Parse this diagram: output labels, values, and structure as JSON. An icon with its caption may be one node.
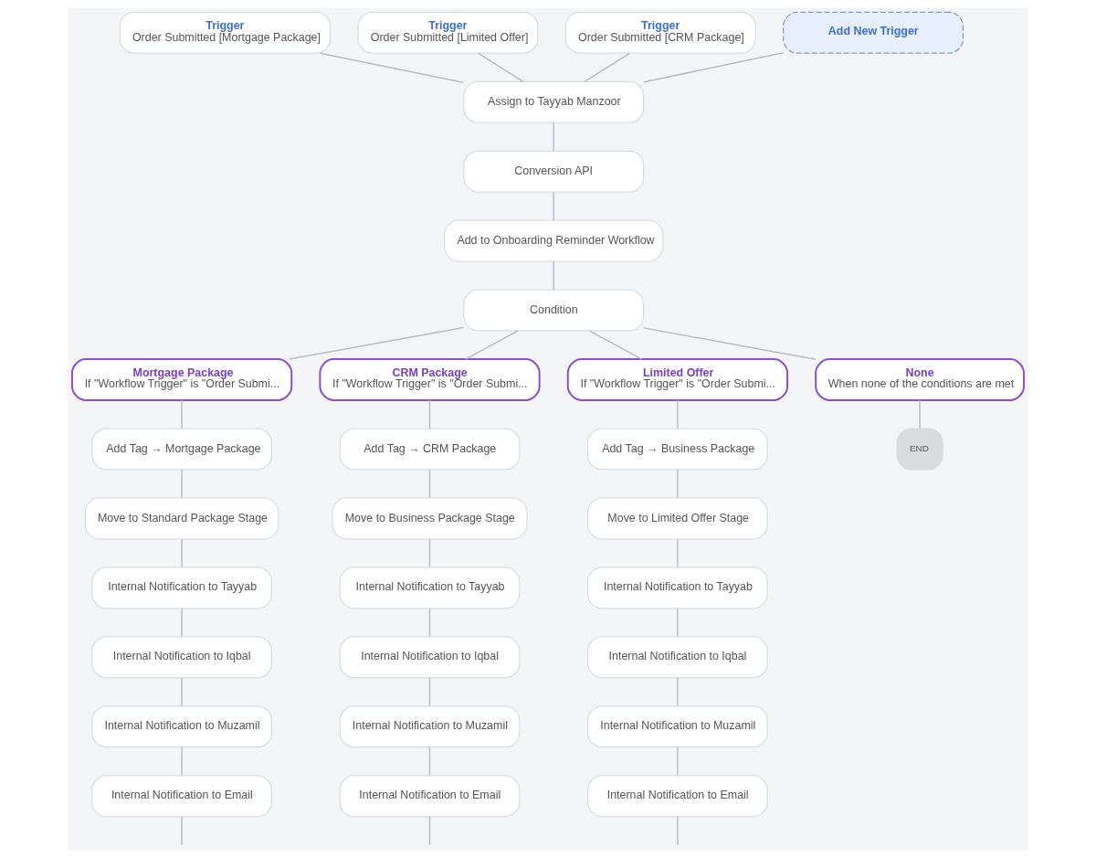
{
  "diagram": {
    "nodes": [
      {
        "text": [
          "Trigger",
          "Order Submitted [Mortgage Package]"
        ]
      },
      {
        "text": [
          "Trigger",
          "Order Submitted [Limited Offer]"
        ]
      },
      {
        "text": [
          "Trigger",
          "Order Submitted [CRM Package]"
        ]
      },
      {
        "text": [
          "Add New Trigger"
        ]
      },
      {
        "text": [
          "Assign to Tayyab Manzoor"
        ]
      },
      {
        "text": [
          "Conversion API"
        ]
      },
      {
        "text": [
          "Add to Onboarding Reminder Workflow"
        ]
      },
      {
        "text": [
          "Condition"
        ]
      },
      {
        "text": [
          "Mortgage Package",
          "If \"Workflow Trigger\" is \"Order Submi..."
        ]
      },
      {
        "text": [
          "CRM Package",
          "If \"Workflow Trigger\" is \"Order Submi..."
        ]
      },
      {
        "text": [
          "Limited Offer",
          "If \"Workflow Trigger\" is \"Order Submi..."
        ]
      },
      {
        "text": [
          "None",
          "When none of the conditions are met"
        ]
      },
      {
        "text": [
          "END"
        ]
      },
      {
        "text": [
          "Add Tag → Mortgage Package"
        ]
      },
      {
        "text": [
          "Add Tag → CRM Package"
        ]
      },
      {
        "text": [
          "Add Tag → Business Package"
        ]
      },
      {
        "text": [
          "Move to Standard Package Stage"
        ]
      },
      {
        "text": [
          "Move to Business Package Stage"
        ]
      },
      {
        "text": [
          "Move to Limited Offer Stage"
        ]
      },
      {
        "text": [
          "Internal Notification to Tayyab"
        ]
      },
      {
        "text": [
          "Internal Notification to Tayyab"
        ]
      },
      {
        "text": [
          "Internal Notification to Tayyab"
        ]
      },
      {
        "text": [
          "Internal Notification to Iqbal"
        ]
      },
      {
        "text": [
          "Internal Notification to Iqbal"
        ]
      },
      {
        "text": [
          "Internal Notification to Iqbal"
        ]
      },
      {
        "text": [
          "Internal Notification to Muzamil"
        ]
      },
      {
        "text": [
          "Internal Notification to Muzamil"
        ]
      },
      {
        "text": [
          "Internal Notification to Muzamil"
        ]
      },
      {
        "text": [
          "Internal Notification to Email"
        ]
      },
      {
        "text": [
          "Internal Notification to Email"
        ]
      },
      {
        "text": [
          "Internal Notification to Email"
        ]
      }
    ],
    "edges": [
      {
        "from": 0,
        "to": 4,
        "arrow": "none"
      },
      {
        "from": 1,
        "to": 4,
        "arrow": "none"
      },
      {
        "from": 2,
        "to": 4,
        "arrow": "none"
      },
      {
        "from": 3,
        "to": 4,
        "arrow": "none"
      },
      {
        "from": 4,
        "to": 5,
        "arrow": "none"
      },
      {
        "from": 5,
        "to": 6,
        "arrow": "none"
      },
      {
        "from": 6,
        "to": 7,
        "arrow": "none"
      },
      {
        "from": 7,
        "to": 8,
        "arrow": "none"
      },
      {
        "from": 7,
        "to": 9,
        "arrow": "none"
      },
      {
        "from": 7,
        "to": 10,
        "arrow": "none"
      },
      {
        "from": 7,
        "to": 11,
        "arrow": "none"
      },
      {
        "from": 8,
        "to": 13,
        "arrow": "none"
      },
      {
        "from": 9,
        "to": 14,
        "arrow": "none"
      },
      {
        "from": 10,
        "to": 15,
        "arrow": "none"
      },
      {
        "from": 11,
        "to": 12,
        "arrow": "none"
      },
      {
        "from": 13,
        "to": 16,
        "arrow": "none"
      },
      {
        "from": 14,
        "to": 17,
        "arrow": "none"
      },
      {
        "from": 15,
        "to": 18,
        "arrow": "none"
      },
      {
        "from": 16,
        "to": 19,
        "arrow": "none"
      },
      {
        "from": 17,
        "to": 20,
        "arrow": "none"
      },
      {
        "from": 18,
        "to": 21,
        "arrow": "none"
      },
      {
        "from": 19,
        "to": 22,
        "arrow": "none"
      },
      {
        "from": 20,
        "to": 23,
        "arrow": "none"
      },
      {
        "from": 21,
        "to": 24,
        "arrow": "none"
      },
      {
        "from": 22,
        "to": 25,
        "arrow": "none"
      },
      {
        "from": 23,
        "to": 26,
        "arrow": "none"
      },
      {
        "from": 24,
        "to": 27,
        "arrow": "none"
      },
      {
        "from": 25,
        "to": 28,
        "arrow": "none"
      },
      {
        "from": 26,
        "to": 29,
        "arrow": "none"
      },
      {
        "from": 27,
        "to": 30,
        "arrow": "none"
      },
      {
        "from": 28,
        "to": null,
        "arrow": "none"
      },
      {
        "from": 29,
        "to": null,
        "arrow": "none"
      },
      {
        "from": 30,
        "to": null,
        "arrow": "none"
      }
    ]
  }
}
